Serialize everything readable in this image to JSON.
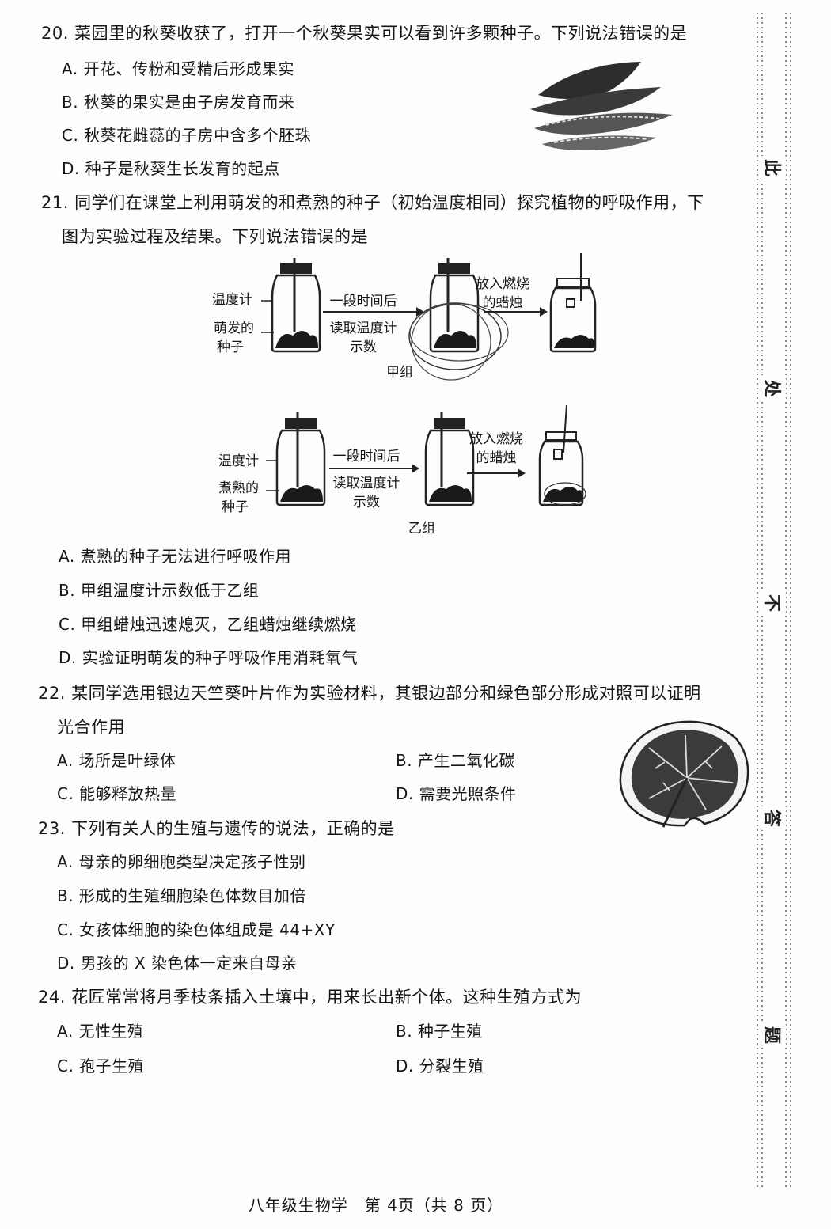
{
  "q20": {
    "stem": "20. 菜园里的秋葵收获了，打开一个秋葵果实可以看到许多颗种子。下列说法错误的是",
    "options": [
      "A. 开花、传粉和受精后形成果实",
      "B. 秋葵的果实是由子房发育而来",
      "C. 秋葵花雌蕊的子房中含多个胚珠",
      "D. 种子是秋葵生长发育的起点"
    ]
  },
  "q21": {
    "stem_line1": "21. 同学们在课堂上利用萌发的和煮熟的种子（初始温度相同）探究植物的呼吸作用，下",
    "stem_line2": "图为实验过程及结果。下列说法错误的是",
    "diagram": {
      "group_a": {
        "thermometer": "温度计",
        "seeds_line1": "萌发的",
        "seeds_line2": "种子",
        "step1_line1": "一段时间后",
        "step1_line2": "读取温度计",
        "step1_line3": "示数",
        "step2_line1": "放入燃烧",
        "step2_line2": "的蜡烛",
        "name": "甲组"
      },
      "group_b": {
        "thermometer": "温度计",
        "seeds_line1": "煮熟的",
        "seeds_line2": "种子",
        "step1_line1": "一段时间后",
        "step1_line2": "读取温度计",
        "step1_line3": "示数",
        "step2_line1": "放入燃烧",
        "step2_line2": "的蜡烛",
        "name": "乙组"
      }
    },
    "options": [
      "A. 煮熟的种子无法进行呼吸作用",
      "B. 甲组温度计示数低于乙组",
      "C. 甲组蜡烛迅速熄灭，乙组蜡烛继续燃烧",
      "D. 实验证明萌发的种子呼吸作用消耗氧气"
    ]
  },
  "q22": {
    "stem_line1": "22. 某同学选用银边天竺葵叶片作为实验材料，其银边部分和绿色部分形成对照可以证明",
    "stem_line2": "光合作用",
    "options": [
      "A. 场所是叶绿体",
      "B. 产生二氧化碳",
      "C. 能够释放热量",
      "D. 需要光照条件"
    ]
  },
  "q23": {
    "stem": "23. 下列有关人的生殖与遗传的说法，正确的是",
    "options": [
      "A. 母亲的卵细胞类型决定孩子性别",
      "B. 形成的生殖细胞染色体数目加倍",
      "C. 女孩体细胞的染色体组成是 44+XY",
      "D. 男孩的 X 染色体一定来自母亲"
    ]
  },
  "q24": {
    "stem": "24. 花匠常常将月季枝条插入土壤中，用来长出新个体。这种生殖方式为",
    "options": [
      "A. 无性生殖",
      "B. 种子生殖",
      "C. 孢子生殖",
      "D. 分裂生殖"
    ]
  },
  "margin_text": [
    "此",
    "处",
    "不",
    "答",
    "题"
  ],
  "footer": "八年级生物学　第 4页（共 8 页）"
}
